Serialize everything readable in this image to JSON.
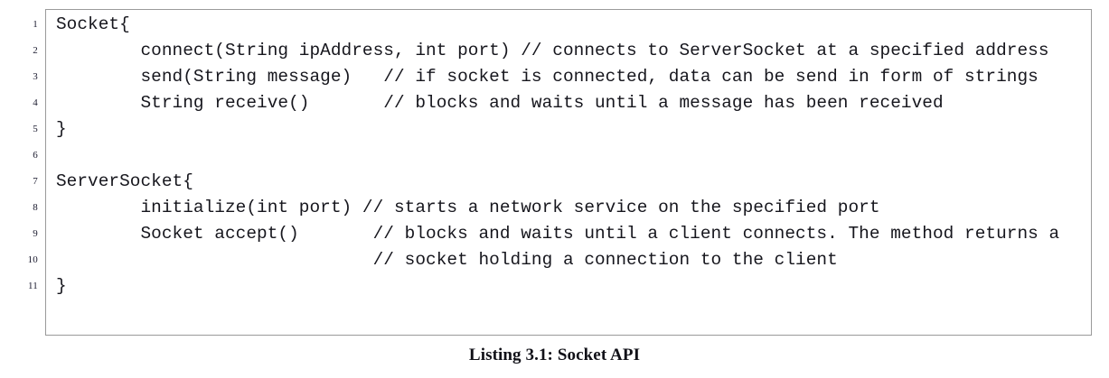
{
  "figure": {
    "kind": "code-listing",
    "caption": "Listing 3.1: Socket API",
    "border_color": "#9a9a9a",
    "background_color": "#ffffff",
    "text_color": "#16161d"
  },
  "listing": {
    "language": "java-like-pseudocode",
    "first_line_number": 1,
    "total_lines": 11,
    "lines": [
      {
        "number": "1",
        "code": "Socket{"
      },
      {
        "number": "2",
        "code": "        connect(String ipAddress, int port) // connects to ServerSocket at a specified address"
      },
      {
        "number": "3",
        "code": "        send(String message)   // if socket is connected, data can be send in form of strings"
      },
      {
        "number": "4",
        "code": "        String receive()       // blocks and waits until a message has been received"
      },
      {
        "number": "5",
        "code": "}"
      },
      {
        "number": "6",
        "code": ""
      },
      {
        "number": "7",
        "code": "ServerSocket{"
      },
      {
        "number": "8",
        "code": "        initialize(int port) // starts a network service on the specified port"
      },
      {
        "number": "9",
        "code": "        Socket accept()       // blocks and waits until a client connects. The method returns a"
      },
      {
        "number": "10",
        "code": "                              // socket holding a connection to the client"
      },
      {
        "number": "11",
        "code": "}"
      }
    ]
  }
}
